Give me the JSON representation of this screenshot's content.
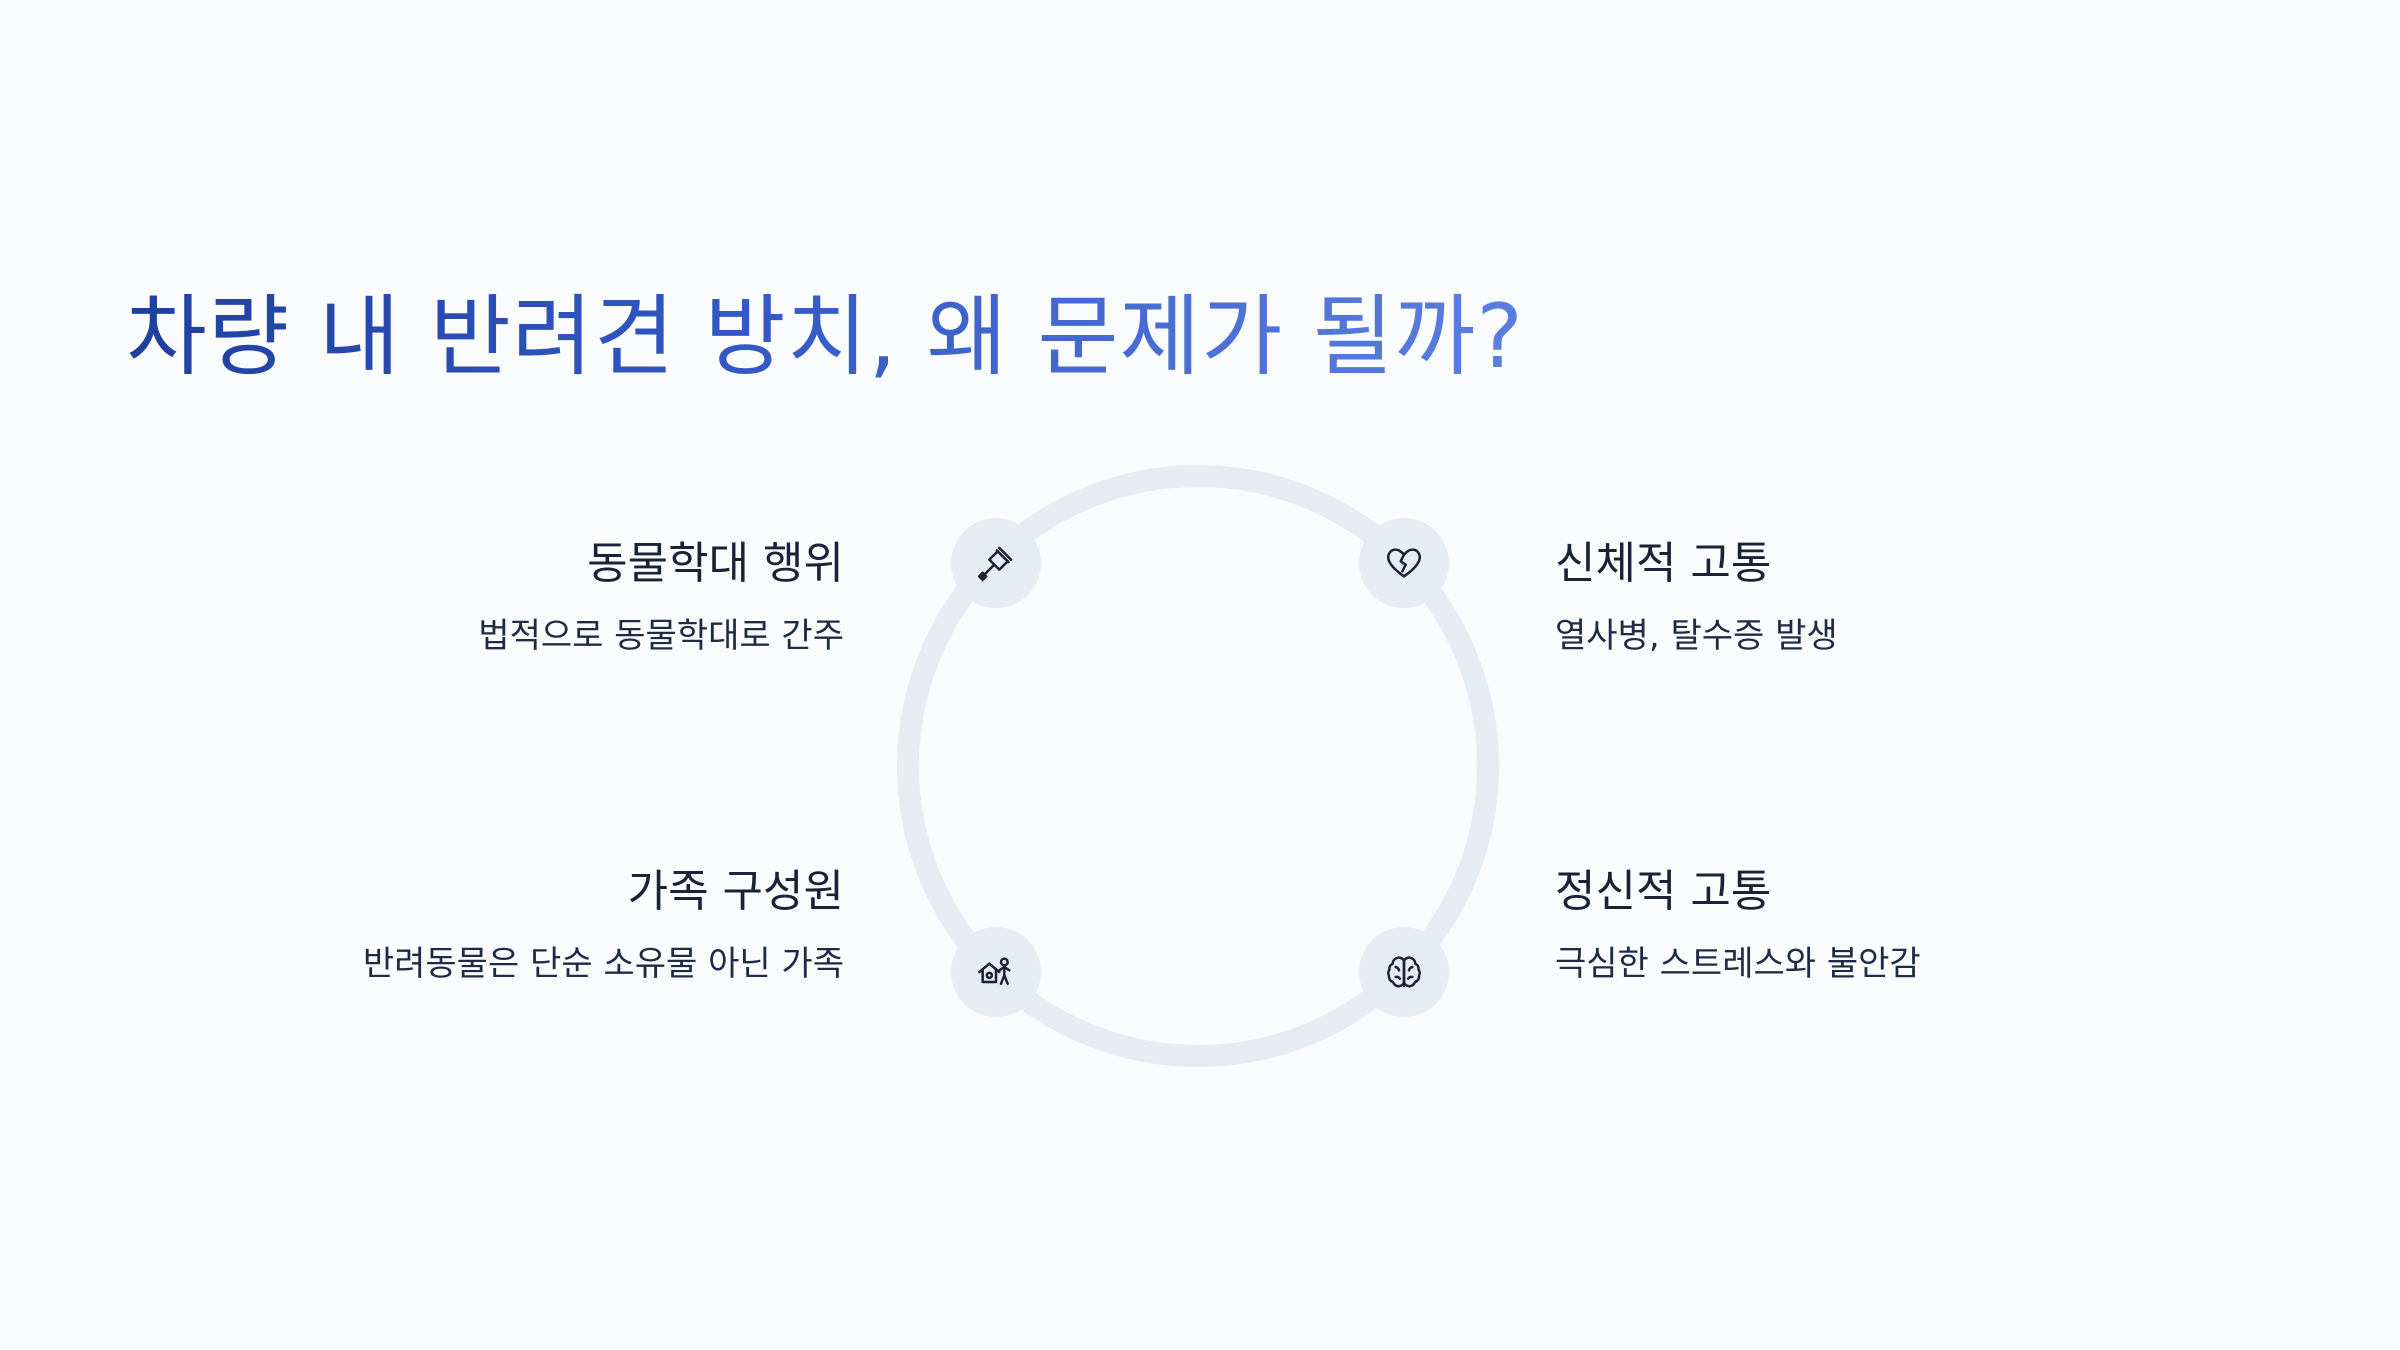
{
  "title": "차량 내 반려견 방치, 왜 문제가 될까?",
  "items": [
    {
      "title": "동물학대 행위",
      "desc": "법적으로 동물학대로 간주",
      "icon": "gavel-icon"
    },
    {
      "title": "신체적 고통",
      "desc": "열사병, 탈수증 발생",
      "icon": "broken-heart-icon"
    },
    {
      "title": "가족 구성원",
      "desc": "반려동물은 단순 소유물 아닌 가족",
      "icon": "family-home-icon"
    },
    {
      "title": "정신적 고통",
      "desc": "극심한 스트레스와 불안감",
      "icon": "brain-icon"
    }
  ],
  "colors": {
    "background": "#f9fbfd",
    "title_gradient_start": "#1f3f9e",
    "title_gradient_end": "#5b7fdf",
    "ring": "#e7ebf3",
    "text": "#1b2237"
  }
}
